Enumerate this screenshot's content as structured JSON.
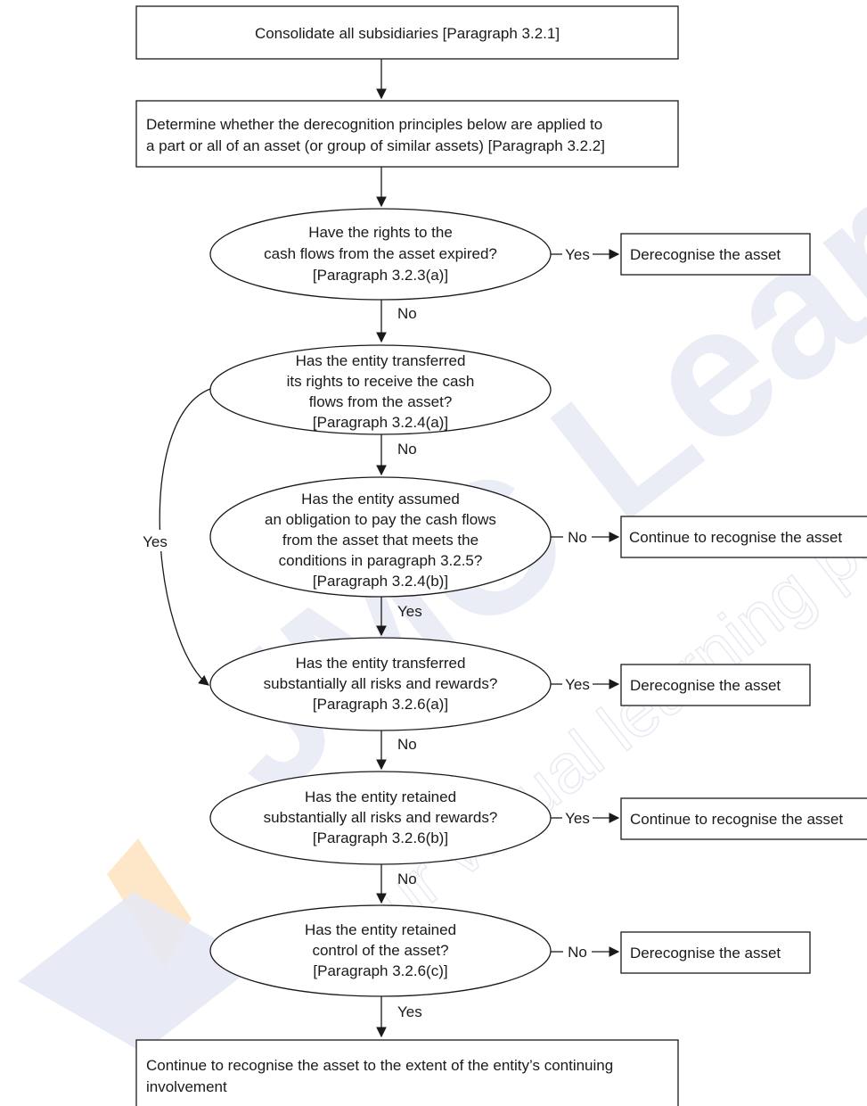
{
  "boxes": {
    "consolidate": "Consolidate all subsidiaries  [Paragraph 3.2.1]",
    "determine": [
      "Determine whether the derecognition principles below are applied to",
      "a part or all of an asset (or group of similar assets)  [Paragraph 3.2.2]"
    ],
    "final": [
      "Continue to recognise the asset to the extent of the entity’s continuing",
      "involvement"
    ]
  },
  "decisions": {
    "expired": [
      "Have the rights to the",
      "cash flows from the asset expired?",
      "[Paragraph 3.2.3(a)]"
    ],
    "transferred_rights": [
      "Has the entity transferred",
      "its rights to receive the cash",
      "flows from the asset?",
      "[Paragraph 3.2.4(a)]"
    ],
    "assumed_obligation": [
      "Has the entity assumed",
      "an obligation to pay the cash flows",
      "from the asset that meets the",
      "conditions in paragraph 3.2.5?",
      "[Paragraph 3.2.4(b)]"
    ],
    "transferred_risks": [
      "Has the entity transferred",
      "substantially all risks and rewards?",
      "[Paragraph 3.2.6(a)]"
    ],
    "retained_risks": [
      "Has the entity retained",
      "substantially all risks and rewards?",
      "[Paragraph 3.2.6(b)]"
    ],
    "retained_control": [
      "Has the entity retained",
      "control of the asset?",
      "[Paragraph 3.2.6(c)]"
    ]
  },
  "outcomes": {
    "expired": "Derecognise the asset",
    "assumed_obligation": "Continue to recognise the asset",
    "transferred_risks": "Derecognise the asset",
    "retained_risks": "Continue to recognise the asset",
    "retained_control": "Derecognise the asset"
  },
  "edge_labels": {
    "expired_side": "Yes",
    "expired_down": "No",
    "transferred_rights_down": "No",
    "transferred_rights_curve": "Yes",
    "assumed_side": "No",
    "assumed_down": "Yes",
    "transferred_risks_side": "Yes",
    "transferred_risks_down": "No",
    "retained_risks_side": "Yes",
    "retained_risks_down": "No",
    "retained_control_side": "No",
    "retained_control_down": "Yes"
  },
  "watermark": {
    "logo_text": "JMC Learning",
    "tagline": "\"your virtual learning partner\"",
    "colors": {
      "orange": "#fcdcb0",
      "blue": "#dde3f2",
      "navy": "#e2e6f1"
    }
  }
}
